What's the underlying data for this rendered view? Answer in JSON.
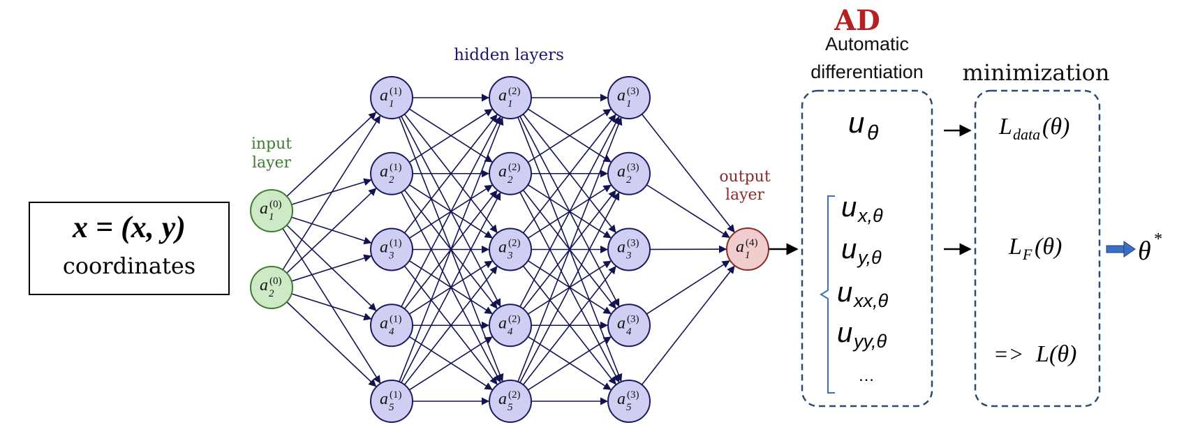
{
  "input_box": {
    "formula": "x = (x, y)",
    "label": "coordinates"
  },
  "labels": {
    "input_layer": [
      "input",
      "layer"
    ],
    "hidden_layers": "hidden layers",
    "output_layer": [
      "output",
      "layer"
    ]
  },
  "network": {
    "layers": [
      {
        "kind": "input",
        "nodes": [
          {
            "sub": "1",
            "sup": "(0)"
          },
          {
            "sub": "2",
            "sup": "(0)"
          }
        ]
      },
      {
        "kind": "hidden",
        "nodes": [
          {
            "sub": "1",
            "sup": "(1)"
          },
          {
            "sub": "2",
            "sup": "(1)"
          },
          {
            "sub": "3",
            "sup": "(1)"
          },
          {
            "sub": "4",
            "sup": "(1)"
          },
          {
            "sub": "5",
            "sup": "(1)"
          }
        ]
      },
      {
        "kind": "hidden",
        "nodes": [
          {
            "sub": "1",
            "sup": "(2)"
          },
          {
            "sub": "2",
            "sup": "(2)"
          },
          {
            "sub": "3",
            "sup": "(2)"
          },
          {
            "sub": "4",
            "sup": "(2)"
          },
          {
            "sub": "5",
            "sup": "(2)"
          }
        ]
      },
      {
        "kind": "hidden",
        "nodes": [
          {
            "sub": "1",
            "sup": "(3)"
          },
          {
            "sub": "2",
            "sup": "(3)"
          },
          {
            "sub": "3",
            "sup": "(3)"
          },
          {
            "sub": "4",
            "sup": "(3)"
          },
          {
            "sub": "5",
            "sup": "(3)"
          }
        ]
      },
      {
        "kind": "output",
        "nodes": [
          {
            "sub": "1",
            "sup": "(4)"
          }
        ]
      }
    ],
    "node_symbol": "a",
    "colors": {
      "input_fill": "#cde9c5",
      "input_stroke": "#3e7a32",
      "hidden_fill": "#cfcff3",
      "hidden_stroke": "#1a1a5c",
      "output_fill": "#f1cdcd",
      "output_stroke": "#8a2a2a",
      "edge": "#121452"
    }
  },
  "ad": {
    "title": "AD",
    "subtitle_lines": [
      "Automatic",
      "differentiation"
    ],
    "u_theta": "u",
    "u_theta_sub": "θ",
    "derivatives": [
      {
        "base": "u",
        "sub": "x,θ"
      },
      {
        "base": "u",
        "sub": "y,θ"
      },
      {
        "base": "u",
        "sub": "xx,θ"
      },
      {
        "base": "u",
        "sub": "yy,θ"
      }
    ],
    "ellipsis": "…",
    "title_color": "#b22222"
  },
  "minimization": {
    "title": "minimization",
    "loss_data": {
      "L": "L",
      "sub": "data",
      "arg": "(θ)"
    },
    "loss_f": {
      "L": "L",
      "sub": "F",
      "arg": "(θ)"
    },
    "loss_total": {
      "prefix": "=> ",
      "L": "L",
      "arg": "(θ)"
    }
  },
  "result": {
    "symbol": "θ",
    "sup": "*",
    "arrow_color": "#3b6fc4"
  },
  "box_border_color": "#2d4a73"
}
